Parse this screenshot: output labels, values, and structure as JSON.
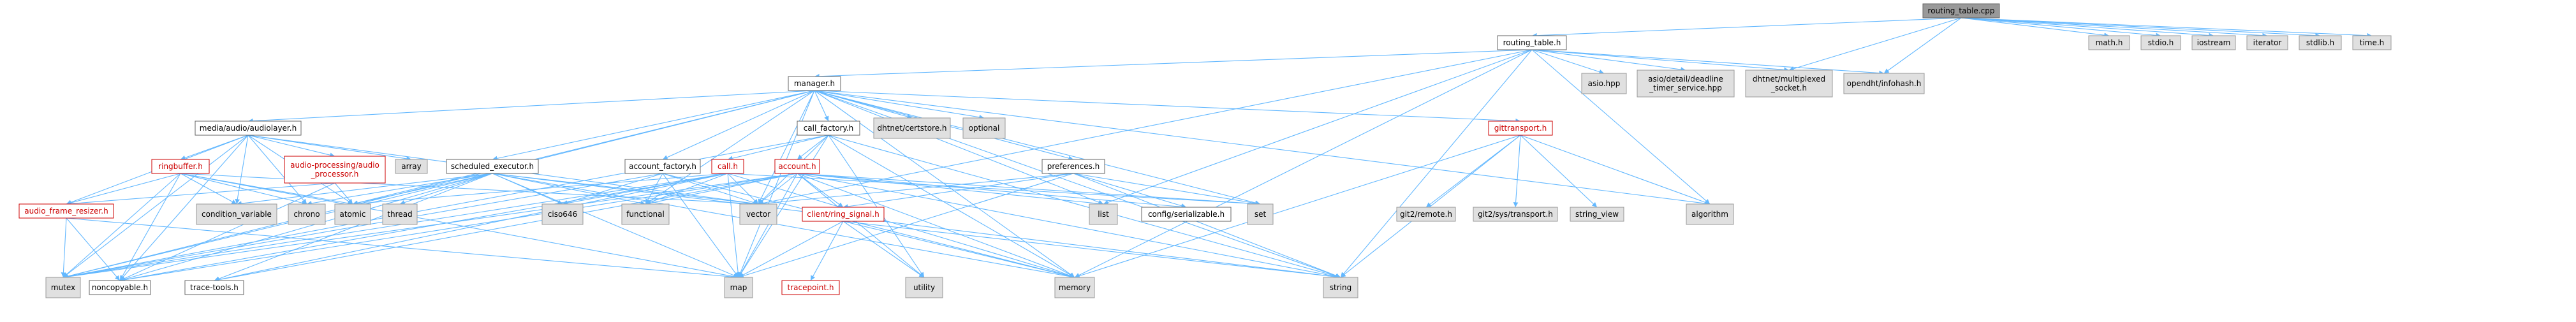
{
  "colors": {
    "root_fill": "#999999",
    "root_border": "#666666",
    "node_fill": "#ffffff",
    "node_border": "#666666",
    "leaf_fill": "#e0e0e0",
    "leaf_border": "#999999",
    "link_text": "#000000",
    "red_text": "#cc0000",
    "red_border": "#cc0000",
    "edge": "#63b8ff",
    "background": "#ffffff"
  },
  "nodes": [
    {
      "id": "routing_table_cpp",
      "label": "routing_table.cpp",
      "kind": "root"
    },
    {
      "id": "routing_table_h",
      "label": "routing_table.h",
      "kind": "node"
    },
    {
      "id": "math_h",
      "label": "math.h",
      "kind": "leaf"
    },
    {
      "id": "stdio_h",
      "label": "stdio.h",
      "kind": "leaf"
    },
    {
      "id": "iostream",
      "label": "iostream",
      "kind": "leaf"
    },
    {
      "id": "iterator",
      "label": "iterator",
      "kind": "leaf"
    },
    {
      "id": "stdlib_h",
      "label": "stdlib.h",
      "kind": "leaf"
    },
    {
      "id": "time_h",
      "label": "time.h",
      "kind": "leaf"
    },
    {
      "id": "manager_h",
      "label": "manager.h",
      "kind": "node"
    },
    {
      "id": "asio_hpp",
      "label": "asio.hpp",
      "kind": "leaf"
    },
    {
      "id": "asio_deadline",
      "label": "asio/detail/deadline\n_timer_service.hpp",
      "kind": "leaf"
    },
    {
      "id": "dhtnet_multiplexed",
      "label": "dhtnet/multiplexed\n_socket.h",
      "kind": "leaf"
    },
    {
      "id": "opendht_infohash",
      "label": "opendht/infohash.h",
      "kind": "leaf"
    },
    {
      "id": "media_audiolayer",
      "label": "media/audio/audiolayer.h",
      "kind": "node"
    },
    {
      "id": "call_factory",
      "label": "call_factory.h",
      "kind": "node"
    },
    {
      "id": "dhtnet_certstore",
      "label": "dhtnet/certstore.h",
      "kind": "leaf"
    },
    {
      "id": "optional",
      "label": "optional",
      "kind": "leaf"
    },
    {
      "id": "gittransport",
      "label": "gittransport.h",
      "kind": "red"
    },
    {
      "id": "ringbuffer",
      "label": "ringbuffer.h",
      "kind": "red"
    },
    {
      "id": "audio_processing",
      "label": "audio-processing/audio\n_processor.h",
      "kind": "red"
    },
    {
      "id": "array",
      "label": "array",
      "kind": "leaf"
    },
    {
      "id": "scheduled_executor",
      "label": "scheduled_executor.h",
      "kind": "node"
    },
    {
      "id": "account_factory",
      "label": "account_factory.h",
      "kind": "node"
    },
    {
      "id": "call_h",
      "label": "call.h",
      "kind": "red"
    },
    {
      "id": "account_h",
      "label": "account.h",
      "kind": "red"
    },
    {
      "id": "preferences",
      "label": "preferences.h",
      "kind": "node"
    },
    {
      "id": "git2_remote",
      "label": "git2/remote.h",
      "kind": "leaf"
    },
    {
      "id": "git2_sys",
      "label": "git2/sys/transport.h",
      "kind": "leaf"
    },
    {
      "id": "string_view",
      "label": "string_view",
      "kind": "leaf"
    },
    {
      "id": "algorithm",
      "label": "algorithm",
      "kind": "leaf"
    },
    {
      "id": "audio_frame_resizer",
      "label": "audio_frame_resizer.h",
      "kind": "red"
    },
    {
      "id": "chrono",
      "label": "chrono",
      "kind": "leaf"
    },
    {
      "id": "condition_variable",
      "label": "condition_variable",
      "kind": "leaf"
    },
    {
      "id": "atomic",
      "label": "atomic",
      "kind": "leaf"
    },
    {
      "id": "thread",
      "label": "thread",
      "kind": "leaf"
    },
    {
      "id": "ciso646",
      "label": "ciso646",
      "kind": "leaf"
    },
    {
      "id": "functional",
      "label": "functional",
      "kind": "leaf"
    },
    {
      "id": "vector",
      "label": "vector",
      "kind": "leaf"
    },
    {
      "id": "list",
      "label": "list",
      "kind": "leaf"
    },
    {
      "id": "client_ring_signal",
      "label": "client/ring_signal.h",
      "kind": "red"
    },
    {
      "id": "config_serializable",
      "label": "config/serializable.h",
      "kind": "node"
    },
    {
      "id": "set",
      "label": "set",
      "kind": "leaf"
    },
    {
      "id": "mutex",
      "label": "mutex",
      "kind": "leaf"
    },
    {
      "id": "noncopyable",
      "label": "noncopyable.h",
      "kind": "node"
    },
    {
      "id": "trace_tools",
      "label": "trace-tools.h",
      "kind": "node"
    },
    {
      "id": "map",
      "label": "map",
      "kind": "leaf"
    },
    {
      "id": "tracepoint",
      "label": "tracepoint.h",
      "kind": "red"
    },
    {
      "id": "utility",
      "label": "utility",
      "kind": "leaf"
    },
    {
      "id": "memory",
      "label": "memory",
      "kind": "leaf"
    },
    {
      "id": "string",
      "label": "string",
      "kind": "leaf"
    }
  ],
  "edges": [
    [
      "routing_table_cpp",
      "routing_table_h"
    ],
    [
      "routing_table_cpp",
      "math_h"
    ],
    [
      "routing_table_cpp",
      "stdio_h"
    ],
    [
      "routing_table_cpp",
      "iostream"
    ],
    [
      "routing_table_cpp",
      "iterator"
    ],
    [
      "routing_table_cpp",
      "stdlib_h"
    ],
    [
      "routing_table_cpp",
      "time_h"
    ],
    [
      "routing_table_cpp",
      "dhtnet_multiplexed"
    ],
    [
      "routing_table_cpp",
      "opendht_infohash"
    ],
    [
      "routing_table_h",
      "manager_h"
    ],
    [
      "routing_table_h",
      "asio_hpp"
    ],
    [
      "routing_table_h",
      "asio_deadline"
    ],
    [
      "routing_table_h",
      "dhtnet_multiplexed"
    ],
    [
      "routing_table_h",
      "opendht_infohash"
    ],
    [
      "routing_table_h",
      "algorithm"
    ],
    [
      "routing_table_h",
      "list"
    ],
    [
      "routing_table_h",
      "vector"
    ],
    [
      "routing_table_h",
      "string"
    ],
    [
      "routing_table_h",
      "memory"
    ],
    [
      "manager_h",
      "media_audiolayer"
    ],
    [
      "manager_h",
      "call_factory"
    ],
    [
      "manager_h",
      "dhtnet_certstore"
    ],
    [
      "manager_h",
      "optional"
    ],
    [
      "manager_h",
      "gittransport"
    ],
    [
      "manager_h",
      "scheduled_executor"
    ],
    [
      "manager_h",
      "account_factory"
    ],
    [
      "manager_h",
      "preferences"
    ],
    [
      "manager_h",
      "algorithm"
    ],
    [
      "manager_h",
      "vector"
    ],
    [
      "manager_h",
      "functional"
    ],
    [
      "manager_h",
      "atomic"
    ],
    [
      "manager_h",
      "mutex"
    ],
    [
      "manager_h",
      "map"
    ],
    [
      "manager_h",
      "memory"
    ],
    [
      "manager_h",
      "string"
    ],
    [
      "manager_h",
      "set"
    ],
    [
      "manager_h",
      "list"
    ],
    [
      "media_audiolayer",
      "ringbuffer"
    ],
    [
      "media_audiolayer",
      "audio_processing"
    ],
    [
      "media_audiolayer",
      "array"
    ],
    [
      "media_audiolayer",
      "chrono"
    ],
    [
      "media_audiolayer",
      "condition_variable"
    ],
    [
      "media_audiolayer",
      "atomic"
    ],
    [
      "media_audiolayer",
      "vector"
    ],
    [
      "media_audiolayer",
      "mutex"
    ],
    [
      "media_audiolayer",
      "noncopyable"
    ],
    [
      "media_audiolayer",
      "audio_frame_resizer"
    ],
    [
      "ringbuffer",
      "audio_frame_resizer"
    ],
    [
      "ringbuffer",
      "chrono"
    ],
    [
      "ringbuffer",
      "condition_variable"
    ],
    [
      "ringbuffer",
      "atomic"
    ],
    [
      "ringbuffer",
      "mutex"
    ],
    [
      "ringbuffer",
      "noncopyable"
    ],
    [
      "ringbuffer",
      "map"
    ],
    [
      "ringbuffer",
      "vector"
    ],
    [
      "audio_processing",
      "audio_frame_resizer"
    ],
    [
      "audio_processing",
      "atomic"
    ],
    [
      "audio_processing",
      "noncopyable"
    ],
    [
      "audio_frame_resizer",
      "mutex"
    ],
    [
      "audio_frame_resizer",
      "noncopyable"
    ],
    [
      "audio_frame_resizer",
      "map"
    ],
    [
      "call_factory",
      "call_h"
    ],
    [
      "call_factory",
      "account_h"
    ],
    [
      "call_factory",
      "vector"
    ],
    [
      "call_factory",
      "map"
    ],
    [
      "call_factory",
      "memory"
    ],
    [
      "call_factory",
      "string"
    ],
    [
      "call_factory",
      "utility"
    ],
    [
      "call_factory",
      "mutex"
    ],
    [
      "call_h",
      "functional"
    ],
    [
      "call_h",
      "ciso646"
    ],
    [
      "call_h",
      "map"
    ],
    [
      "call_h",
      "vector"
    ],
    [
      "call_h",
      "noncopyable"
    ],
    [
      "call_h",
      "mutex"
    ],
    [
      "call_h",
      "atomic"
    ],
    [
      "call_h",
      "set"
    ],
    [
      "call_h",
      "memory"
    ],
    [
      "call_h",
      "trace_tools"
    ],
    [
      "account_h",
      "client_ring_signal"
    ],
    [
      "account_h",
      "config_serializable"
    ],
    [
      "account_h",
      "vector"
    ],
    [
      "account_h",
      "functional"
    ],
    [
      "account_h",
      "map"
    ],
    [
      "account_h",
      "memory"
    ],
    [
      "account_h",
      "string"
    ],
    [
      "account_h",
      "utility"
    ],
    [
      "account_h",
      "set"
    ],
    [
      "account_h",
      "mutex"
    ],
    [
      "account_h",
      "noncopyable"
    ],
    [
      "account_h",
      "trace_tools"
    ],
    [
      "account_h",
      "list"
    ],
    [
      "client_ring_signal",
      "tracepoint"
    ],
    [
      "client_ring_signal",
      "map"
    ],
    [
      "client_ring_signal",
      "utility"
    ],
    [
      "client_ring_signal",
      "memory"
    ],
    [
      "client_ring_signal",
      "string"
    ],
    [
      "gittransport",
      "git2_remote"
    ],
    [
      "gittransport",
      "git2_sys"
    ],
    [
      "gittransport",
      "string_view"
    ],
    [
      "gittransport",
      "algorithm"
    ],
    [
      "gittransport",
      "memory"
    ],
    [
      "gittransport",
      "string"
    ],
    [
      "scheduled_executor",
      "thread"
    ],
    [
      "scheduled_executor",
      "functional"
    ],
    [
      "scheduled_executor",
      "map"
    ],
    [
      "scheduled_executor",
      "vector"
    ],
    [
      "scheduled_executor",
      "chrono"
    ],
    [
      "scheduled_executor",
      "memory"
    ],
    [
      "scheduled_executor",
      "atomic"
    ],
    [
      "scheduled_executor",
      "mutex"
    ],
    [
      "scheduled_executor",
      "condition_variable"
    ],
    [
      "scheduled_executor",
      "ciso646"
    ],
    [
      "scheduled_executor",
      "string"
    ],
    [
      "scheduled_executor",
      "noncopyable"
    ],
    [
      "scheduled_executor",
      "trace_tools"
    ],
    [
      "account_factory",
      "vector"
    ],
    [
      "account_factory",
      "map"
    ],
    [
      "account_factory",
      "memory"
    ],
    [
      "account_factory",
      "mutex"
    ],
    [
      "account_factory",
      "functional"
    ],
    [
      "account_factory",
      "ciso646"
    ],
    [
      "preferences",
      "config_serializable"
    ],
    [
      "preferences",
      "client_ring_signal"
    ],
    [
      "preferences",
      "map"
    ],
    [
      "preferences",
      "set"
    ],
    [
      "preferences",
      "string"
    ],
    [
      "preferences",
      "vector"
    ]
  ]
}
